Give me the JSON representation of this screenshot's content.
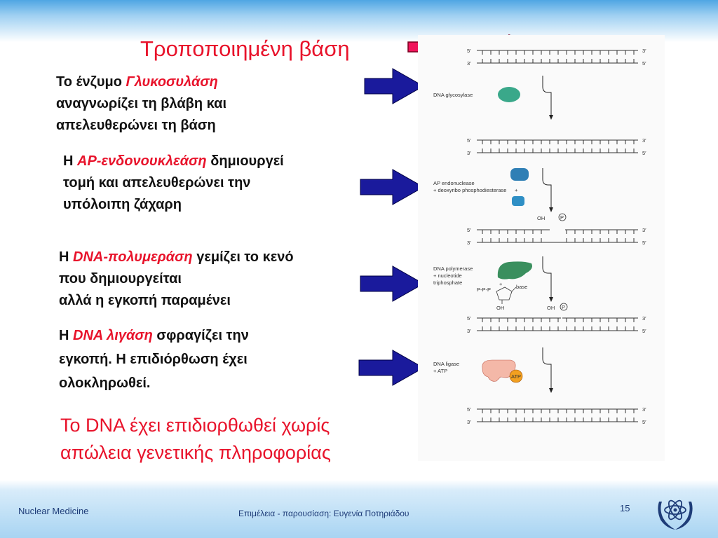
{
  "title": "Τροποποιημένη βάση",
  "steps": [
    {
      "prefix": "Το ένζυμο ",
      "enzyme": "Γλυκοσυλάση",
      "line1_rest": "",
      "lines": [
        "αναγνωρίζει τη βλάβη και",
        "απελευθερώνει τη βάση"
      ]
    },
    {
      "prefix": "Η ",
      "enzyme": "AP-ενδονουκλεάση",
      "line1_rest": " δημιουργεί",
      "lines": [
        "τομή και απελευθερώνει την",
        "υπόλοιπη ζάχαρη"
      ]
    },
    {
      "prefix": "Η ",
      "enzyme": "DNA-πολυμεράση",
      "line1_rest": " γεμίζει το κενό",
      "lines": [
        "που δημιουργείται",
        "αλλά η εγκοπή παραμένει"
      ]
    },
    {
      "prefix": "Η ",
      "enzyme": "DNA λιγάση",
      "line1_rest": " σφραγίζει την",
      "lines": [
        "εγκοπή. Η επιδιόρθωση έχει",
        "ολοκληρωθεί."
      ]
    }
  ],
  "conclusion": [
    "Το DNA έχει επιδιορθωθεί χωρίς",
    "απώλεια γενετικής πληροφορίας"
  ],
  "figure": {
    "strand_labels": {
      "five": "5′",
      "three": "3′"
    },
    "labels": {
      "glycosylase": "DNA glycosylase",
      "ap1": "AP endonuclease",
      "ap2": "+ deoxyribo phosphodiesterase",
      "plus": "+",
      "oh": "OH",
      "p": "P",
      "pol1": "DNA polymerase",
      "pol2": "+ nucleotide",
      "pol3": "triphosphate",
      "ppp": "P-P-P",
      "base": "base",
      "lig1": "DNA ligase",
      "lig2": "+ ATP",
      "atp": "ATP"
    }
  },
  "footer": {
    "left": "Nuclear Medicine",
    "center": "Επιμέλεια - παρουσίαση: Ευγενία Ποτηριάδου",
    "page": "15"
  },
  "colors": {
    "accent_red": "#e8132b",
    "arrow_pink": "#f0145a",
    "arrow_blue": "#1a1a9c",
    "footer_blue": "#1e3c78"
  }
}
